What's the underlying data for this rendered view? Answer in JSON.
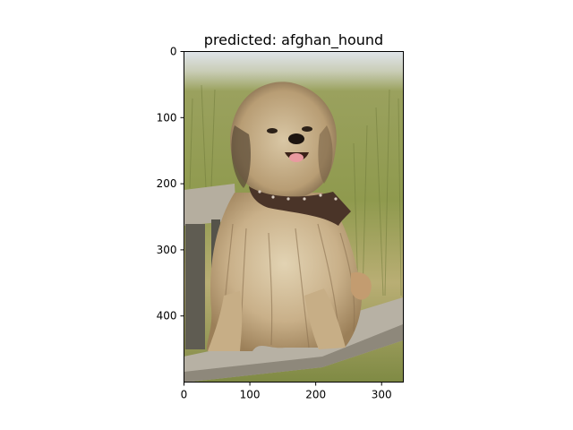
{
  "chart_data": {
    "type": "image",
    "title": "predicted: afghan_hound",
    "xlabel": "",
    "ylabel": "",
    "xlim": [
      0,
      333
    ],
    "ylim": [
      500,
      0
    ],
    "x_ticks": [
      0,
      100,
      200,
      300
    ],
    "y_ticks": [
      0,
      100,
      200,
      300,
      400
    ],
    "grid": false,
    "image_subject": "afghan-hound-photo",
    "colors": {
      "sky": "#dfe4ea",
      "field_green": "#8f9a4e",
      "field_light": "#b9ae74",
      "wood": "#b9b3a8",
      "wood_dark": "#6d6a60",
      "fur_light": "#d8c6a3",
      "fur_mid": "#b79c72",
      "fur_dark": "#7b6447",
      "bandana": "#4a3428"
    }
  }
}
